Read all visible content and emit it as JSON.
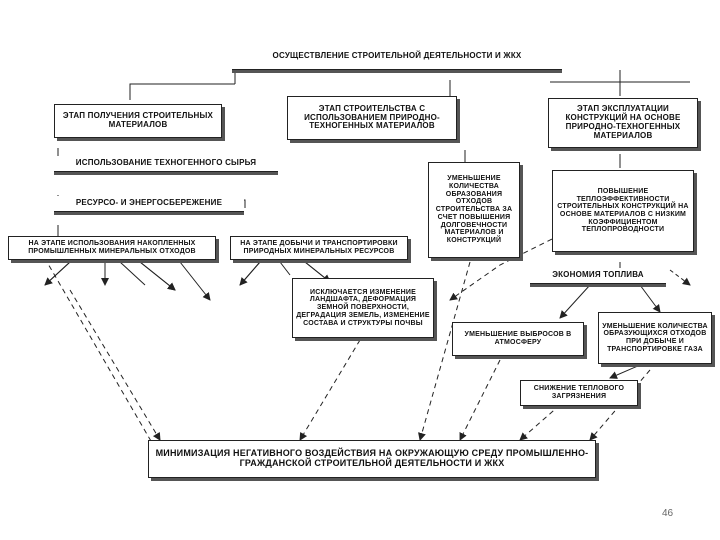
{
  "nodes": {
    "root": "ОСУЩЕСТВЛЕНИЕ СТРОИТЕЛЬНОЙ ДЕЯТЕЛЬНОСТИ И ЖКХ",
    "stage_materials": "ЭТАП ПОЛУЧЕНИЯ СТРОИТЕЛЬНЫХ МАТЕРИАЛОВ",
    "stage_construction": "ЭТАП СТРОИТЕЛЬСТВА С ИСПОЛЬЗОВАНИЕМ ПРИРОДНО-ТЕХНОГЕННЫХ МАТЕРИАЛОВ",
    "stage_operation": "ЭТАП ЭКСПЛУАТАЦИИ КОНСТРУКЦИЙ НА ОСНОВЕ ПРИРОДНО-ТЕХНОГЕННЫХ МАТЕРИАЛОВ",
    "techno_raw": "ИСПОЛЬЗОВАНИЕ ТЕХНОГЕННОГО СЫРЬЯ",
    "resource_saving": "РЕСУРСО- И ЭНЕРГОСБЕРЕЖЕНИЕ",
    "accumulated_waste": "НА ЭТАПЕ ИСПОЛЬЗОВАНИЯ НАКОПЛЕННЫХ ПРОМЫШЛЕННЫХ МИНЕРАЛЬНЫХ ОТХОДОВ",
    "extraction_transport": "НА ЭТАПЕ ДОБЫЧИ И ТРАНСПОРТИРОВКИ ПРИРОДНЫХ МИНЕРАЛЬНЫХ РЕСУРСОВ",
    "waste_reduction": "УМЕНЬШЕНИЕ КОЛИЧЕСТВА ОБРАЗОВАНИЯ ОТХОДОВ СТРОИТЕЛЬСТВА ЗА СЧЕТ ПОВЫШЕНИЯ ДОЛГОВЕЧНОСТИ МАТЕРИАЛОВ И КОНСТРУКЦИЙ",
    "heat_efficiency": "ПОВЫШЕНИЕ ТЕПЛОЭФФЕКТИВНОСТИ СТРОИТЕЛЬНЫХ КОНСТРУКЦИЙ НА ОСНОВЕ МАТЕРИАЛОВ С НИЗКИМ КОЭФФИЦИЕНТОМ ТЕПЛОПРОВОДНОСТИ",
    "fuel_economy": "ЭКОНОМИЯ ТОПЛИВА",
    "landscape": "ИСКЛЮЧАЕТСЯ ИЗМЕНЕНИЕ ЛАНДШАФТА, ДЕФОРМАЦИЯ ЗЕМНОЙ ПОВЕРХНОСТИ, ДЕГРАДАЦИЯ ЗЕМЕЛЬ, ИЗМЕНЕНИЕ СОСТАВА И СТРУКТУРЫ ПОЧВЫ",
    "emissions": "УМЕНЬШЕНИЕ ВЫБРОСОВ В АТМОСФЕРУ",
    "extraction_waste": "УМЕНЬШЕНИЕ КОЛИЧЕСТВА ОБРАЗУЮЩИХСЯ ОТХОДОВ ПРИ ДОБЫЧЕ И ТРАНСПОРТИРОВКЕ ГАЗА",
    "thermal_pollution": "СНИЖЕНИЕ ТЕПЛОВОГО ЗАГРЯЗНЕНИЯ",
    "minimization": "МИНИМИЗАЦИЯ НЕГАТИВНОГО ВОЗДЕЙСТВИЯ НА ОКРУЖАЮЩУЮ СРЕДУ ПРОМЫШЛЕННО-ГРАЖДАНСКОЙ СТРОИТЕЛЬНОЙ ДЕЯТЕЛЬНОСТИ И ЖКХ"
  },
  "page_number": "46"
}
